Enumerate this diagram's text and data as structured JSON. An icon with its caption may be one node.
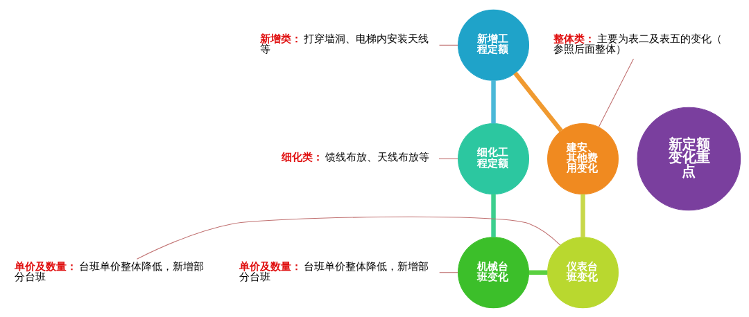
{
  "diagram": {
    "nodes": [
      {
        "text": [
          "新定额变化重点"
        ]
      },
      {
        "text": [
          "新增工程定额"
        ]
      },
      {
        "text": [
          "细化工程定额"
        ]
      },
      {
        "text": [
          "机械台班变化"
        ]
      },
      {
        "text": [
          "仪表台班变化"
        ]
      },
      {
        "text": [
          "建安、其他费用变化"
        ]
      },
      {
        "text": [
          "整体类：",
          "主要为表二及表五的变化（参照后面整体）"
        ]
      },
      {
        "text": [
          "新增类：",
          "打穿墙洞、电梯内安装天线等"
        ]
      },
      {
        "text": [
          "细化类：",
          "馈线布放、天线布放等"
        ]
      },
      {
        "text": [
          "单价及数量：",
          "台班单价整体降低，新增部分台班"
        ]
      },
      {
        "text": [
          "单价及数量：",
          "台班单价整体降低，新增部分台班"
        ]
      }
    ],
    "edges": [
      {
        "from": 1,
        "to": 2,
        "arrow": "none",
        "style": "thick",
        "color": "#4ab8d8"
      },
      {
        "from": 2,
        "to": 3,
        "arrow": "none",
        "style": "thick",
        "color": "#3ccf8e"
      },
      {
        "from": 3,
        "to": 4,
        "arrow": "none",
        "style": "thick",
        "color": "#5ad040"
      },
      {
        "from": 4,
        "to": 5,
        "arrow": "none",
        "style": "thick",
        "color": "#c8d84a"
      },
      {
        "from": 5,
        "to": 1,
        "arrow": "none",
        "style": "thick",
        "color": "#f09a30"
      },
      {
        "from": 6,
        "to": 5,
        "arrow": "none"
      },
      {
        "from": 7,
        "to": 1,
        "arrow": "none"
      },
      {
        "from": 8,
        "to": 2,
        "arrow": "none"
      },
      {
        "from": 10,
        "to": 3,
        "arrow": "none"
      },
      {
        "from": 9,
        "to": 4,
        "arrow": "none"
      }
    ]
  }
}
